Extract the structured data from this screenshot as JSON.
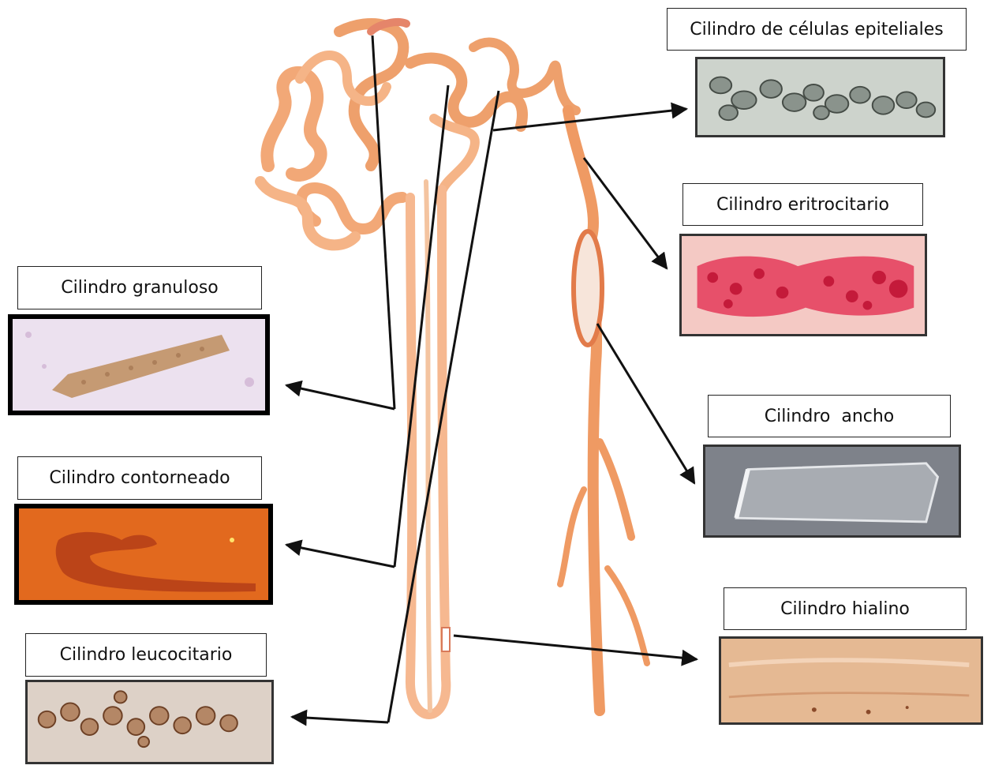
{
  "panels": {
    "epithelial": {
      "label": "Cilindro de células epiteliales",
      "photo": "epithelial-cell-cast-micrograph"
    },
    "erythrocyte": {
      "label": "Cilindro eritrocitario",
      "photo": "red-blood-cell-cast-micrograph"
    },
    "broad": {
      "label": "Cilindro  ancho",
      "photo": "broad-cast-micrograph"
    },
    "hyaline": {
      "label": "Cilindro hialino",
      "photo": "hyaline-cast-micrograph"
    },
    "granular": {
      "label": "Cilindro granuloso",
      "photo": "granular-cast-micrograph"
    },
    "convoluted": {
      "label": "Cilindro contorneado",
      "photo": "convoluted-cast-micrograph"
    },
    "leukocyte": {
      "label": "Cilindro leucocitario",
      "photo": "white-blood-cell-cast-micrograph"
    }
  },
  "colors": {
    "nephron_tubule": "#f0a070",
    "nephron_tubule_dark": "#d9784a",
    "background": "#ffffff",
    "arrow": "#111111",
    "erythrocyte_bg": "#f4c9c4",
    "erythrocyte_cells": "#d8203c",
    "convoluted_bg": "#e2681c",
    "broad_bg": "#7c8088"
  }
}
